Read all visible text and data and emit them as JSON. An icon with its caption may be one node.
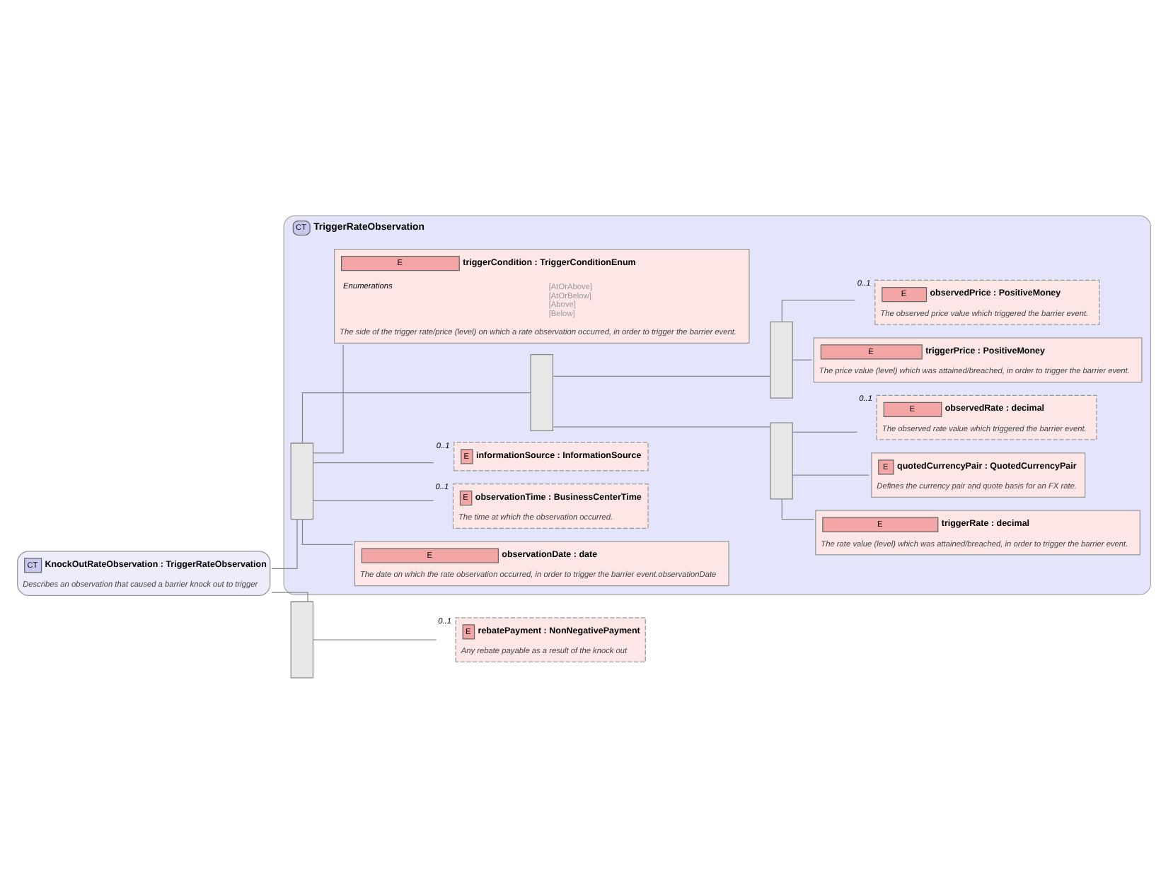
{
  "diagram": {
    "nodes": [
      {
        "text": [
          "CT",
          "KnockOutRateObservation : TriggerRateObservation",
          "Describes an observation that caused a barrier knock out to trigger"
        ]
      },
      {
        "text": [
          "CT",
          "TriggerRateObservation"
        ]
      },
      {
        "text": [],
        "shape": "bar",
        "in": 1
      },
      {
        "text": [
          "E",
          "observationDate : date",
          "The date on which the rate observation occurred, in order to trigger the barrier event.observationDate"
        ],
        "in": 1
      },
      {
        "text": [
          "E",
          "observationTime : BusinessCenterTime",
          "The time at which the observation occurred."
        ],
        "in": 1,
        "beside": [
          "0..1"
        ]
      },
      {
        "text": [
          "E",
          "informationSource : InformationSource"
        ],
        "in": 1,
        "beside": [
          "0..1"
        ]
      },
      {
        "text": [],
        "shape": "bar",
        "in": 1
      },
      {
        "text": [],
        "shape": "bar",
        "in": 1
      },
      {
        "text": [
          "E",
          "triggerRate : decimal",
          "The rate value (level) which was attained/breached, in order to trigger the barrier event."
        ],
        "in": 1
      },
      {
        "text": [
          "E",
          "quotedCurrencyPair : QuotedCurrencyPair",
          "Defines the currency pair and quote basis for an FX rate."
        ],
        "in": 1
      },
      {
        "text": [
          "E",
          "observedRate : decimal",
          "The observed rate value which triggered the barrier event."
        ],
        "in": 1,
        "beside": [
          "0..1"
        ]
      },
      {
        "text": [],
        "shape": "bar",
        "in": 1
      },
      {
        "text": [
          "E",
          "triggerPrice : PositiveMoney",
          "The price value (level) which was attained/breached, in order to trigger the barrier event."
        ],
        "in": 1
      },
      {
        "text": [
          "E",
          "observedPrice : PositiveMoney",
          "The observed price value which triggered the barrier event."
        ],
        "in": 1,
        "beside": [
          "0..1"
        ]
      },
      {
        "text": [
          "E",
          "triggerCondition : TriggerConditionEnum",
          "Enumerations",
          "[AtOrAbove]",
          "[AtOrBelow]",
          "[Above]",
          "[Below]",
          "The side of the trigger rate/price (level) on which a rate observation occurred, in order to trigger the barrier event."
        ],
        "in": 1
      },
      {
        "text": [],
        "shape": "bar"
      },
      {
        "text": [
          "E",
          "rebatePayment : NonNegativePayment",
          "Any rebate payable as a result of the knock out"
        ],
        "beside": [
          "0..1"
        ]
      }
    ],
    "edges": [
      {
        "from": 0,
        "to": 2,
        "arrow": "none"
      },
      {
        "from": 0,
        "to": 15,
        "arrow": "none"
      },
      {
        "from": 2,
        "to": 3,
        "arrow": "none"
      },
      {
        "from": 2,
        "to": 4,
        "arrow": "none"
      },
      {
        "from": 2,
        "to": 5,
        "arrow": "none"
      },
      {
        "from": 2,
        "to": 6,
        "arrow": "none"
      },
      {
        "from": 2,
        "to": 14,
        "arrow": "none"
      },
      {
        "from": 6,
        "to": 7,
        "arrow": "none"
      },
      {
        "from": 6,
        "to": 11,
        "arrow": "none"
      },
      {
        "from": 7,
        "to": 8,
        "arrow": "none"
      },
      {
        "from": 7,
        "to": 9,
        "arrow": "none"
      },
      {
        "from": 7,
        "to": 10,
        "arrow": "none"
      },
      {
        "from": 11,
        "to": 12,
        "arrow": "none"
      },
      {
        "from": 11,
        "to": 13,
        "arrow": "none"
      },
      {
        "from": 15,
        "to": 16,
        "arrow": "none"
      }
    ]
  }
}
